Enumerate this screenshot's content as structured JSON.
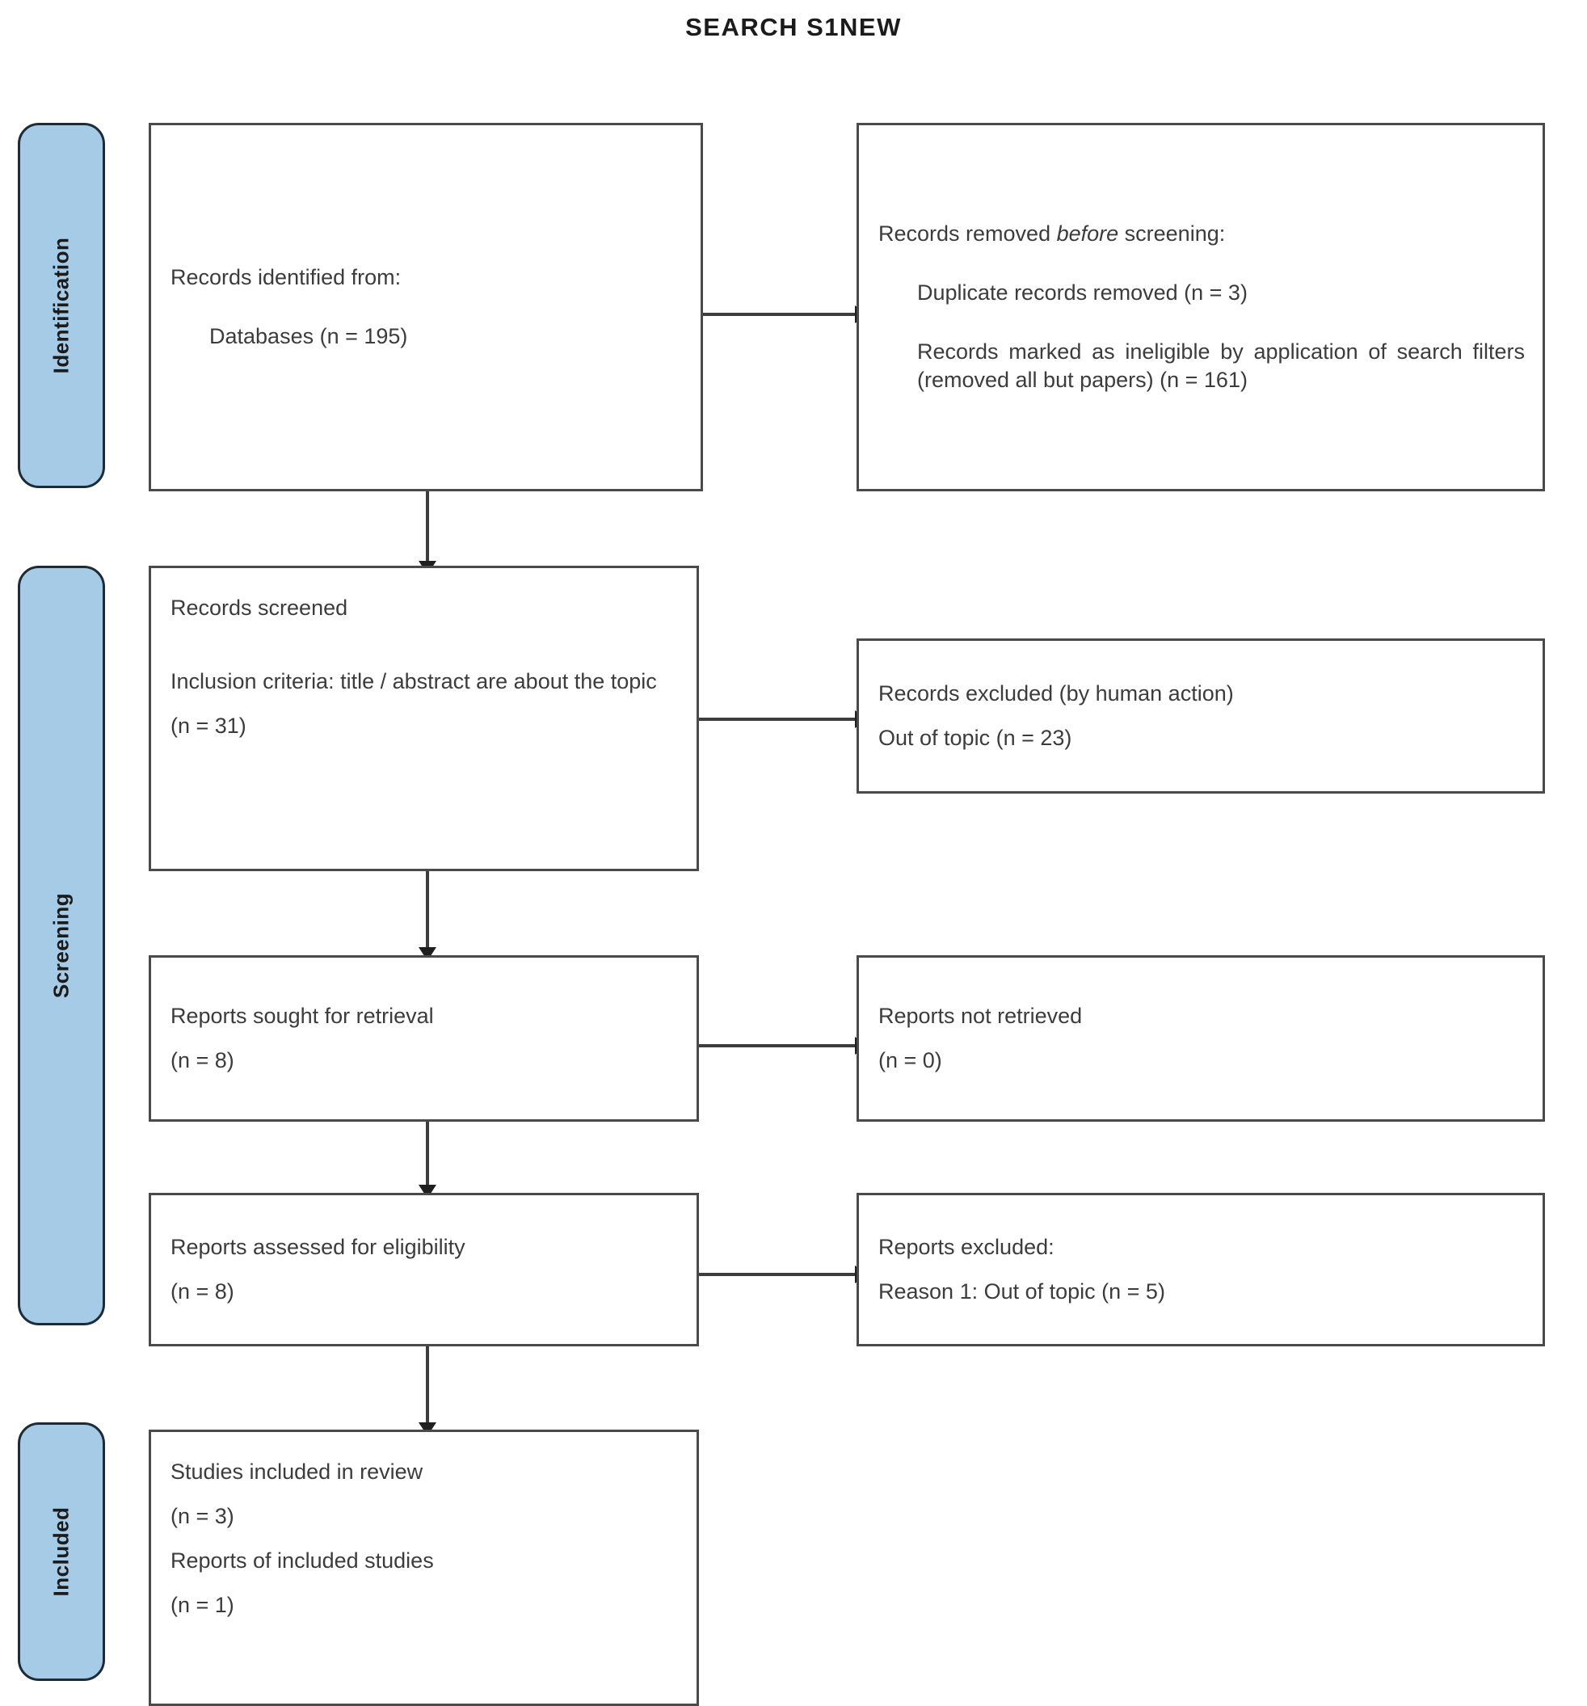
{
  "title": "SEARCH S1NEW",
  "colors": {
    "stage_fill": "#a6cbe7",
    "stage_border": "#1c2b36",
    "box_border": "#4a4a4a",
    "text": "#3c3c3c",
    "connector": "#3d3d3d"
  },
  "stages": [
    {
      "id": "identification",
      "label": "Identification"
    },
    {
      "id": "screening",
      "label": "Screening"
    },
    {
      "id": "included",
      "label": "Included"
    }
  ],
  "boxes": {
    "records_identified": {
      "line1": "Records identified from:",
      "line2": "Databases (n = 195)"
    },
    "records_removed": {
      "heading_prefix": "Records removed ",
      "heading_italic": "before",
      "heading_suffix": " screening:",
      "item1": "Duplicate records removed (n = 3)",
      "item2": "Records marked as ineligible by application of search filters (removed all but papers) (n = 161)"
    },
    "records_screened": {
      "line1": "Records screened",
      "line2": "Inclusion criteria: title / abstract are about the topic",
      "line3": "(n = 31)"
    },
    "records_excluded": {
      "line1": "Records excluded (by human action)",
      "line2": "Out of topic (n = 23)"
    },
    "reports_sought": {
      "line1": "Reports sought for retrieval",
      "line2": "(n = 8)"
    },
    "reports_not_retrieved": {
      "line1": "Reports not retrieved",
      "line2": "(n = 0)"
    },
    "reports_assessed": {
      "line1": "Reports assessed for eligibility",
      "line2": "(n = 8)"
    },
    "reports_excluded": {
      "line1": "Reports excluded:",
      "line2": "Reason 1: Out of topic (n = 5)"
    },
    "studies_included": {
      "line1": "Studies included in review",
      "line2": "(n = 3)",
      "line3": "Reports of included studies",
      "line4": "(n = 1)"
    }
  }
}
